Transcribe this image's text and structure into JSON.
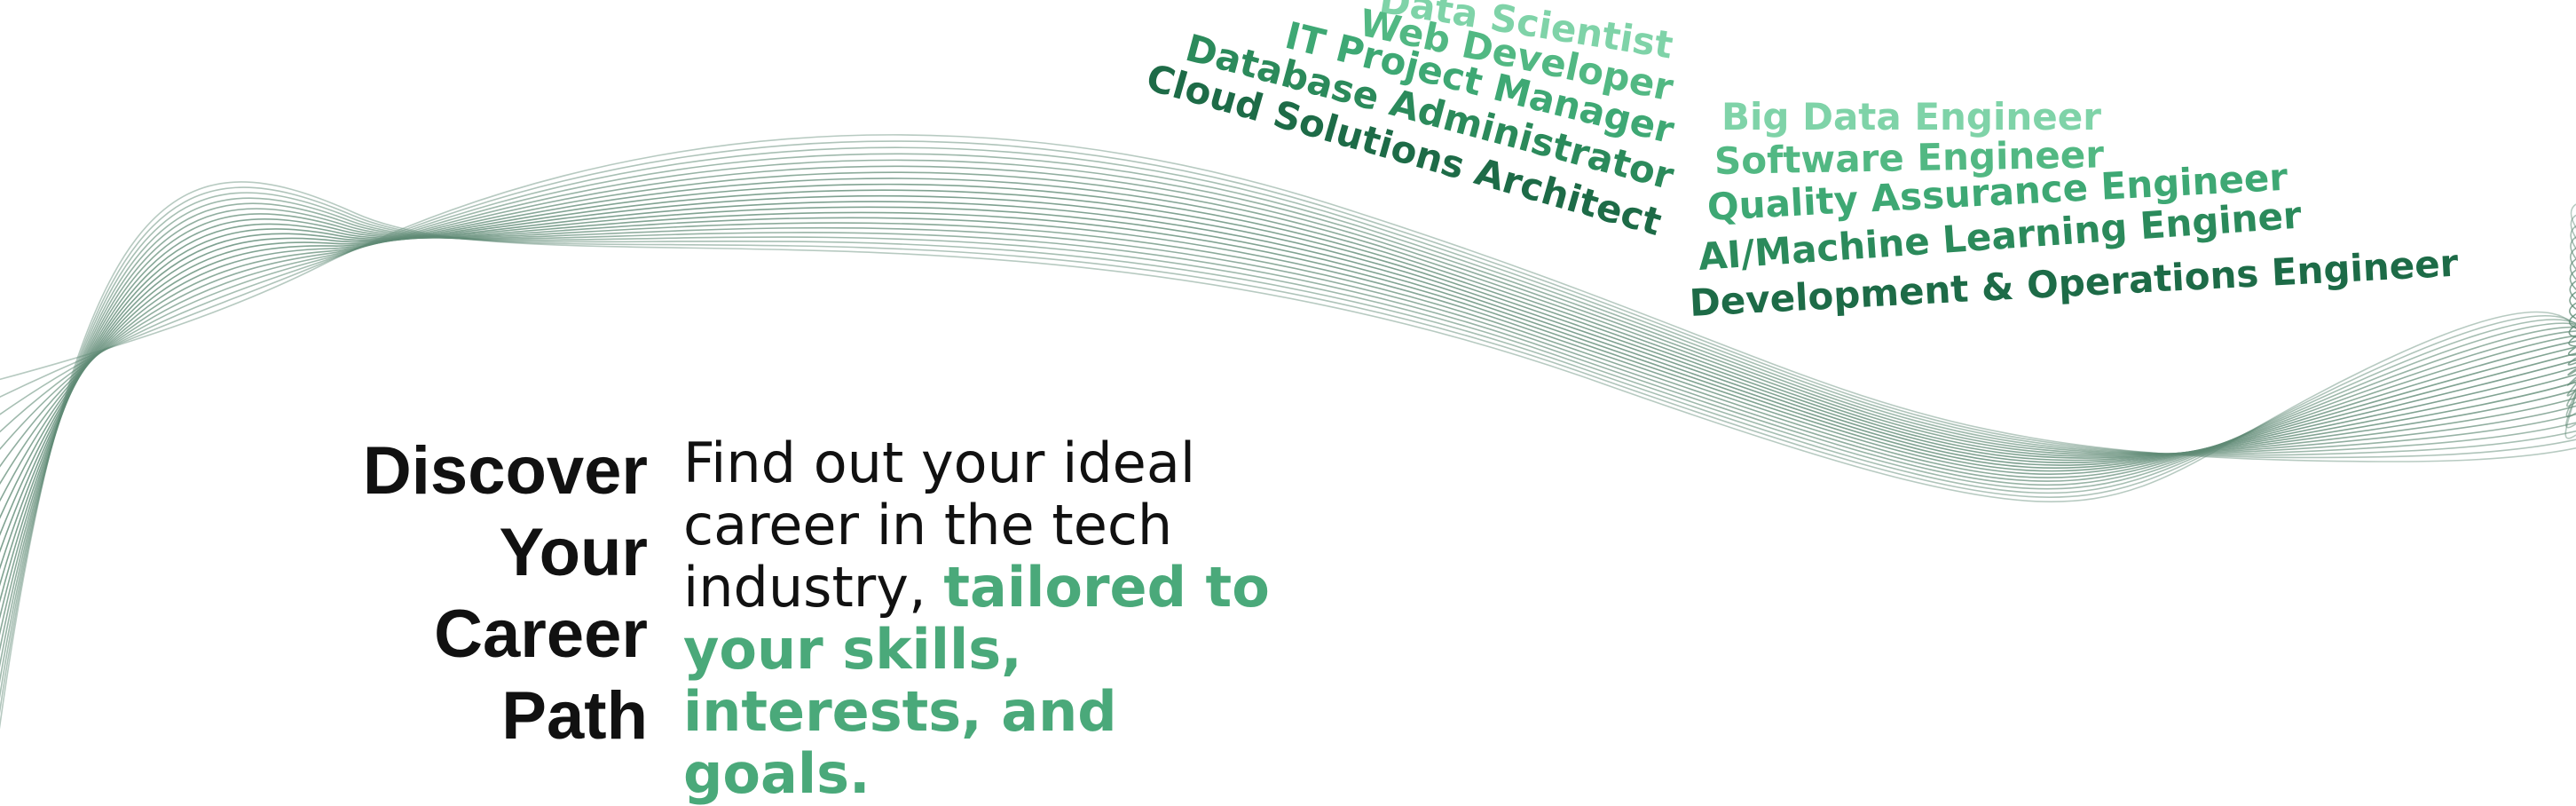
{
  "colors": {
    "background": "#ffffff",
    "heading": "#111111",
    "accent": "#4aa97a",
    "wave": "#5f8a75",
    "role_light": "#7fd3a8",
    "role_mid": "#3ea874",
    "role_dark": "#1d6b47"
  },
  "heading": {
    "line1": "Discover",
    "line2": "Your",
    "line3": "Career",
    "line4": "Path"
  },
  "tagline": {
    "plain": "Find out your ideal career in the tech industry,",
    "highlight": "tailored to your skills, interests, and goals."
  },
  "roles_left": [
    "Data Scientist",
    "Web Developer",
    "IT Project Manager",
    "Database Administrator",
    "Cloud Solutions Architect"
  ],
  "roles_right": [
    "Big Data Engineer",
    "Software Engineer",
    "Quality Assurance Engineer",
    "AI/Machine Learning Enginer",
    "Development & Operations Engineer"
  ]
}
